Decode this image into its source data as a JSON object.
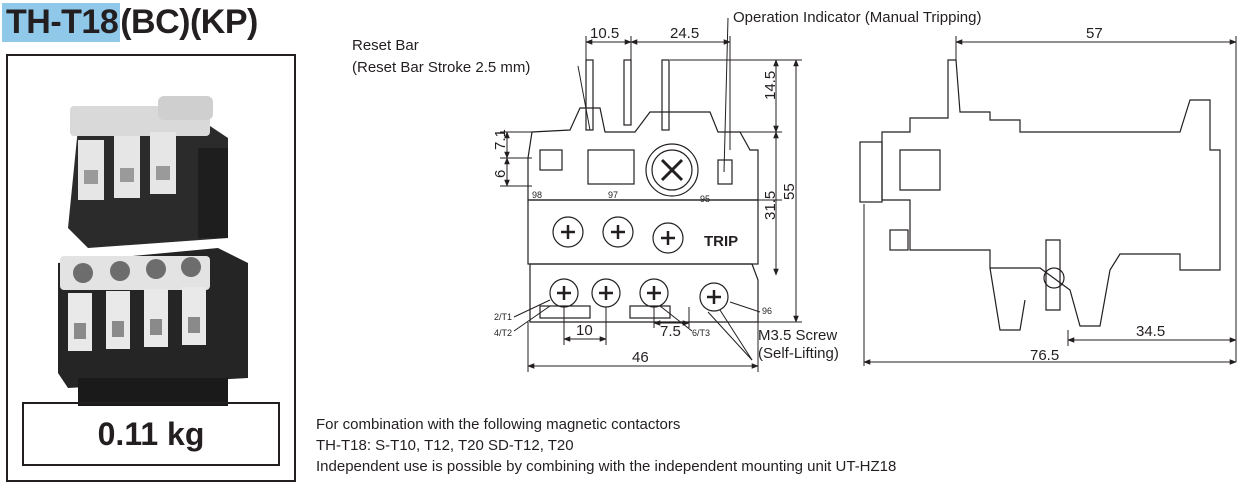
{
  "product": {
    "model_main": "TH-T18",
    "model_suffix": "(BC)(KP)",
    "weight": "0.11 kg"
  },
  "callouts": {
    "reset_bar": "Reset Bar",
    "reset_bar_stroke": "(Reset Bar Stroke 2.5 mm)",
    "operation_indicator": "Operation Indicator (Manual Tripping)",
    "screw_line1": "M3.5 Screw",
    "screw_line2": "(Self-Lifting)"
  },
  "dimensions": {
    "d_10_5": "10.5",
    "d_24_5": "24.5",
    "d_57": "57",
    "d_14_5": "14.5",
    "d_7_1": "7.1",
    "d_6": "6",
    "d_31_5": "31.5",
    "d_55": "55",
    "d_10": "10",
    "d_7_5": "7.5",
    "d_46": "46",
    "d_34_5": "34.5",
    "d_76_5": "76.5"
  },
  "terminals": {
    "t98": "98",
    "t97": "97",
    "t95": "95",
    "t96": "96",
    "t2": "2/T1",
    "t4": "4/T2",
    "t6": "6/T3",
    "trip": "TRIP"
  },
  "notes": {
    "line1": "For combination with the following magnetic contactors",
    "line2": "TH-T18: S-T10, T12, T20 SD-T12, T20",
    "line3": "Independent use is possible by combining with the independent mounting unit UT-HZ18"
  },
  "colors": {
    "model_highlight": "#8fc8e8",
    "ink": "#231f20"
  }
}
